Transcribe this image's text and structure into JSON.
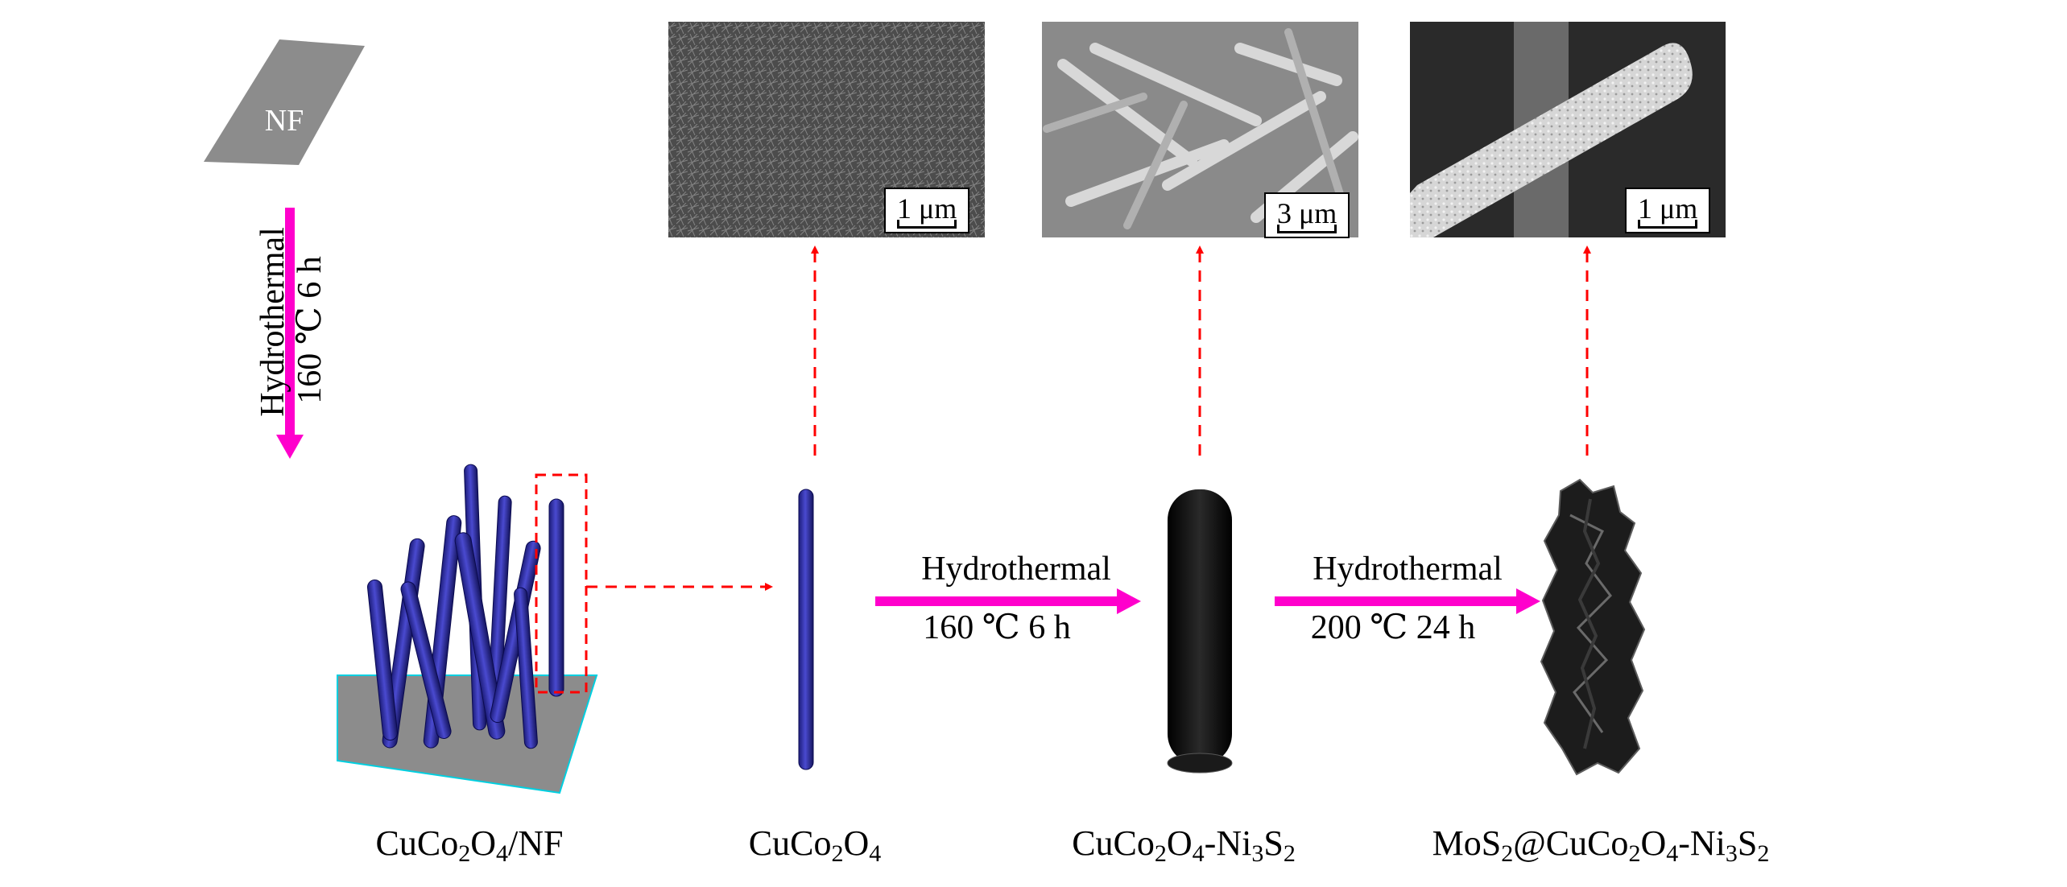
{
  "nf_label": "NF",
  "vertical_step": {
    "method": "Hydrothermal",
    "conditions": "160 ℃  6 h"
  },
  "step_1": {
    "method": "Hydrothermal",
    "conditions": "160 ℃  6 h"
  },
  "step_2": {
    "method": "Hydrothermal",
    "conditions": "200 ℃  24 h"
  },
  "sem_images": [
    {
      "scale_bar": "1 μm"
    },
    {
      "scale_bar": "3 μm"
    },
    {
      "scale_bar": "1 μm"
    }
  ],
  "sample_names": {
    "cuco2o4_nf": {
      "main": "CuCo",
      "sub1": "2",
      "mid": "O",
      "sub2": "4",
      "tail": "/NF"
    },
    "cuco2o4": {
      "main": "CuCo",
      "sub1": "2",
      "mid": "O",
      "sub2": "4"
    },
    "cuco2o4_ni3s2": {
      "a": "CuCo",
      "s1": "2",
      "b": "O",
      "s2": "4",
      "c": "-Ni",
      "s3": "3",
      "d": "S",
      "s4": "2"
    },
    "mos2_cuco2o4_ni3s2": {
      "a": "MoS",
      "s1": "2",
      "b": "@CuCo",
      "s2": "2",
      "c": "O",
      "s3": "4",
      "d": "-Ni",
      "s4": "3",
      "e": "S",
      "s5": "2"
    }
  },
  "colors": {
    "arrow_magenta": "#ff00cc",
    "dashed_red": "#ff0000",
    "rod_blue": "#2b2ba8",
    "rod_black": "#111111",
    "substrate_gray": "#8c8c8c"
  }
}
